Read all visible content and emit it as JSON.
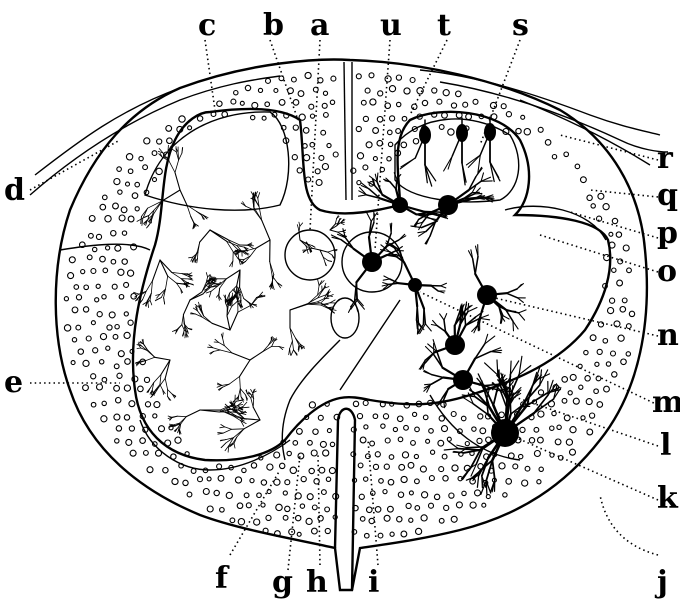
{
  "figure": {
    "labels": {
      "a": "a",
      "b": "b",
      "c": "c",
      "d": "d",
      "e": "e",
      "f": "f",
      "g": "g",
      "h": "h",
      "i": "i",
      "j": "j",
      "k": "k",
      "l": "l",
      "m": "m",
      "n": "n",
      "o": "o",
      "p": "p",
      "q": "q",
      "r": "r",
      "s": "s",
      "t": "t",
      "u": "u"
    }
  }
}
